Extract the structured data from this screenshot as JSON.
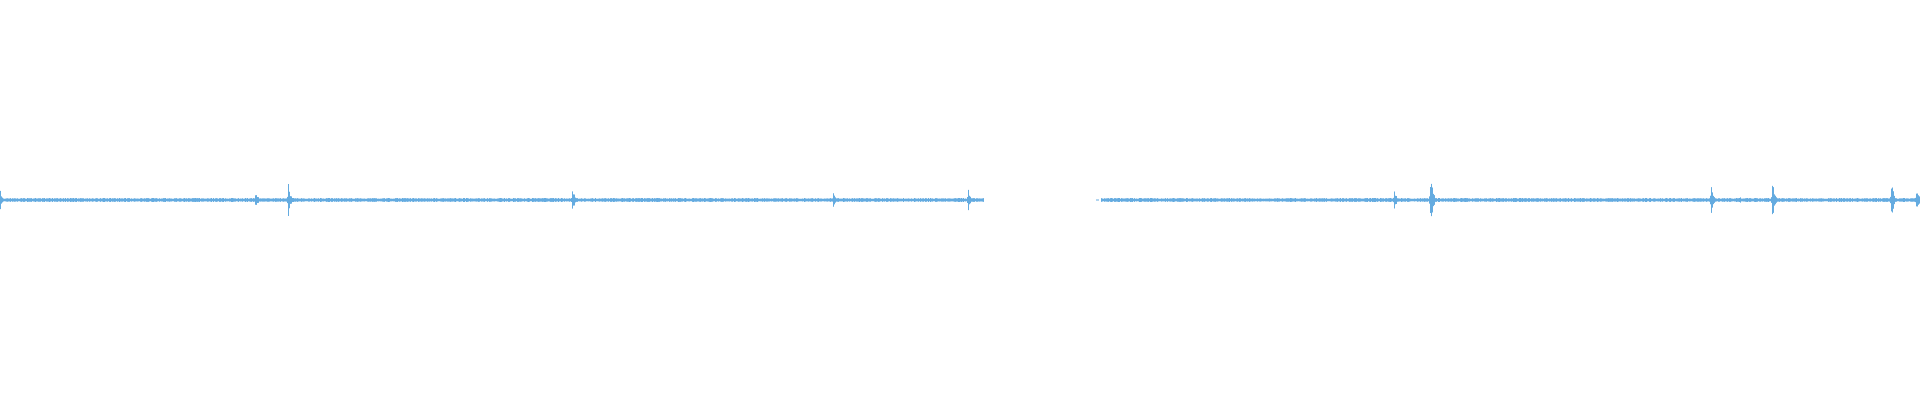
{
  "waveform": {
    "color": "#64abe0",
    "background": "#ffffff",
    "segments": [
      {
        "start": 0.0,
        "end": 0.512
      },
      {
        "start": 0.573,
        "end": 1.0
      }
    ],
    "bursts": [
      {
        "t": 0.0,
        "amp": 0.05
      },
      {
        "t": 0.133,
        "amp": 0.05
      },
      {
        "t": 0.15,
        "amp": 0.09
      },
      {
        "t": 0.298,
        "amp": 0.07
      },
      {
        "t": 0.434,
        "amp": 0.05
      },
      {
        "t": 0.504,
        "amp": 0.06
      },
      {
        "t": 0.726,
        "amp": 0.06
      },
      {
        "t": 0.745,
        "amp": 0.14
      },
      {
        "t": 0.891,
        "amp": 0.09
      },
      {
        "t": 0.906,
        "amp": 0.02
      },
      {
        "t": 0.923,
        "amp": 0.1
      },
      {
        "t": 0.985,
        "amp": 0.11
      },
      {
        "t": 0.998,
        "amp": 0.07
      }
    ]
  }
}
